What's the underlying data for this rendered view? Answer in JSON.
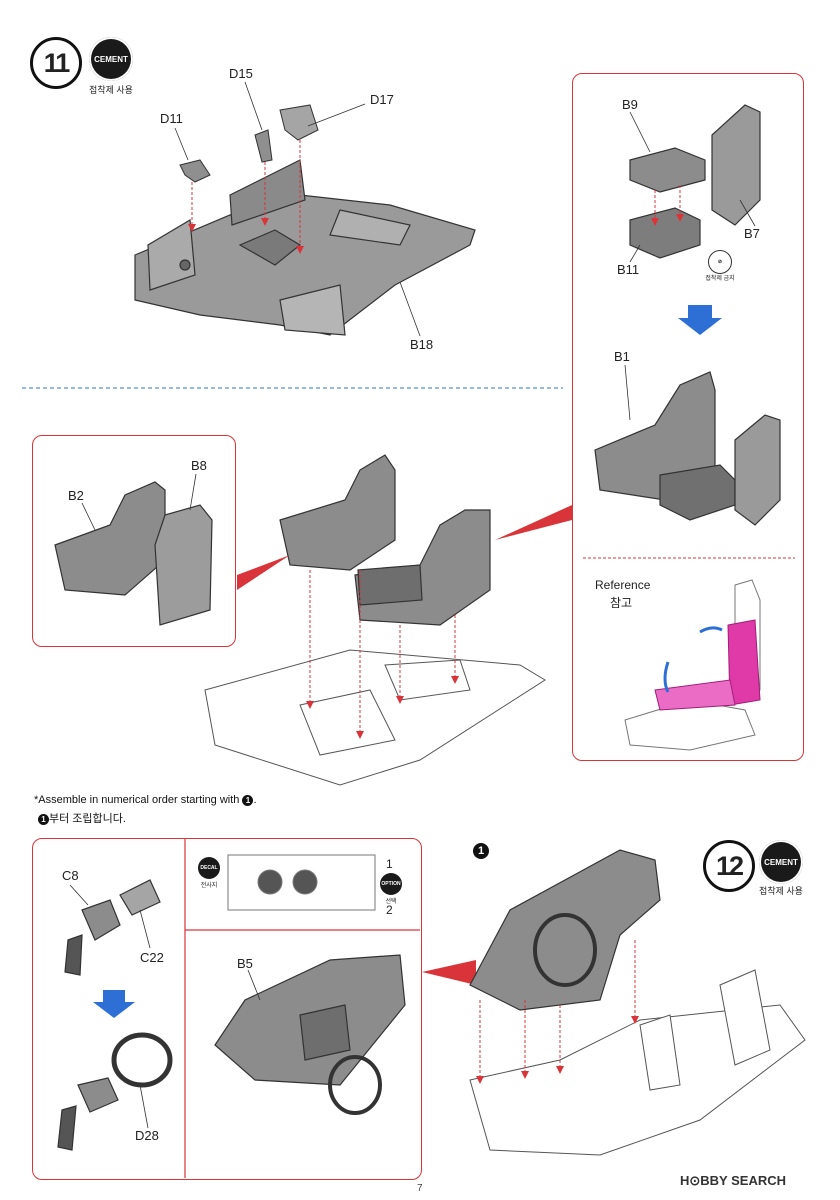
{
  "step11": {
    "number": "11",
    "cement_badge": "CEMENT",
    "cement_label": "접착제 사용"
  },
  "step12": {
    "number": "12",
    "cement_badge": "CEMENT",
    "cement_label": "접착제 사용"
  },
  "parts": {
    "D15": "D15",
    "D17": "D17",
    "D11": "D11",
    "B18": "B18",
    "B9": "B9",
    "B7": "B7",
    "B11": "B11",
    "B1": "B1",
    "B2": "B2",
    "B8": "B8",
    "C8": "C8",
    "C22": "C22",
    "D28": "D28",
    "B5": "B5"
  },
  "no_cement_label": "접착제 금지",
  "reference": {
    "en": "Reference",
    "ko": "참고"
  },
  "instruction": {
    "en_prefix": "*Assemble in numerical order starting with ",
    "en_suffix": ".",
    "ko_suffix": "부터 조립합니다.",
    "bullet": "1"
  },
  "decal_panel": {
    "decal_badge": "DECAL",
    "decal_label": "전사지",
    "option_badge": "OPTION",
    "option_label": "선택",
    "num1": "1",
    "num2": "2"
  },
  "page_number": "7",
  "watermark": "H⊙BBY SEARCH",
  "colors": {
    "accent_red": "#d9343a",
    "arrow_blue": "#2e6fd6",
    "highlight_pink": "#e03aa8",
    "divider_blue": "#5b8fd0"
  }
}
